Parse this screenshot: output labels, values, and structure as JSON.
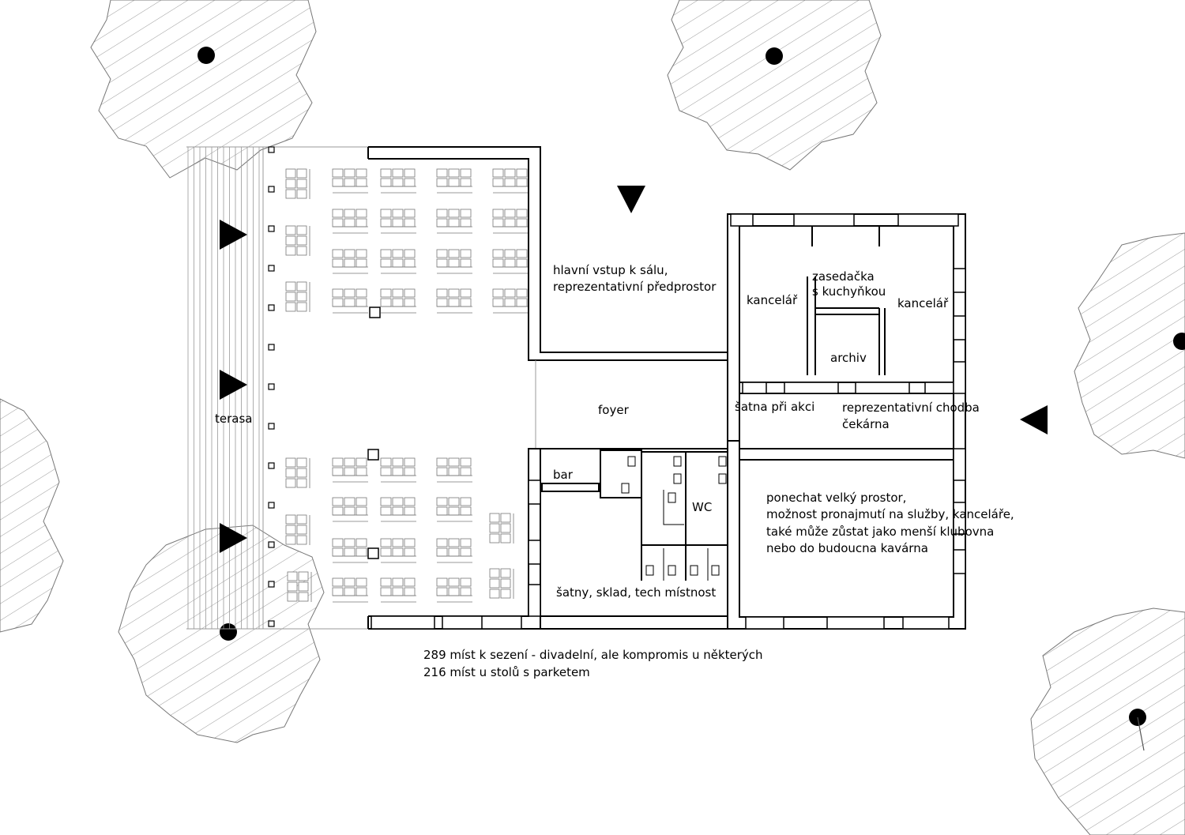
{
  "rooms": {
    "terasa": "terasa",
    "entry_line1": "hlavní vstup k sálu,",
    "entry_line2": "reprezentativní předprostor",
    "foyer": "foyer",
    "bar": "bar",
    "wc": "WC",
    "storage": "šatny, sklad, tech místnost",
    "office_left": "kancelář",
    "office_right": "kancelář",
    "meeting_line1": "zasedačka",
    "meeting_line2": "s kuchyňkou",
    "archive": "archiv",
    "cloakroom": "šatna při akci",
    "corridor_line1": "reprezentativní chodba",
    "corridor_line2": "čekárna",
    "bigroom_line1": "ponechat velký prostor,",
    "bigroom_line2": "možnost pronajmutí na služby, kanceláře,",
    "bigroom_line3": "také může zůstat jako menší klubovna",
    "bigroom_line4": "nebo do budoucna kavárna"
  },
  "notes": {
    "seats_line1": "289 míst k sezení - divadelní, ale kompromis u některých",
    "seats_line2": "216 míst u stolů s parketem"
  },
  "colors": {
    "ink": "#000000",
    "hatch": "#9a9a9a",
    "thin": "#555555",
    "furniture": "#777777",
    "paper": "#ffffff"
  }
}
